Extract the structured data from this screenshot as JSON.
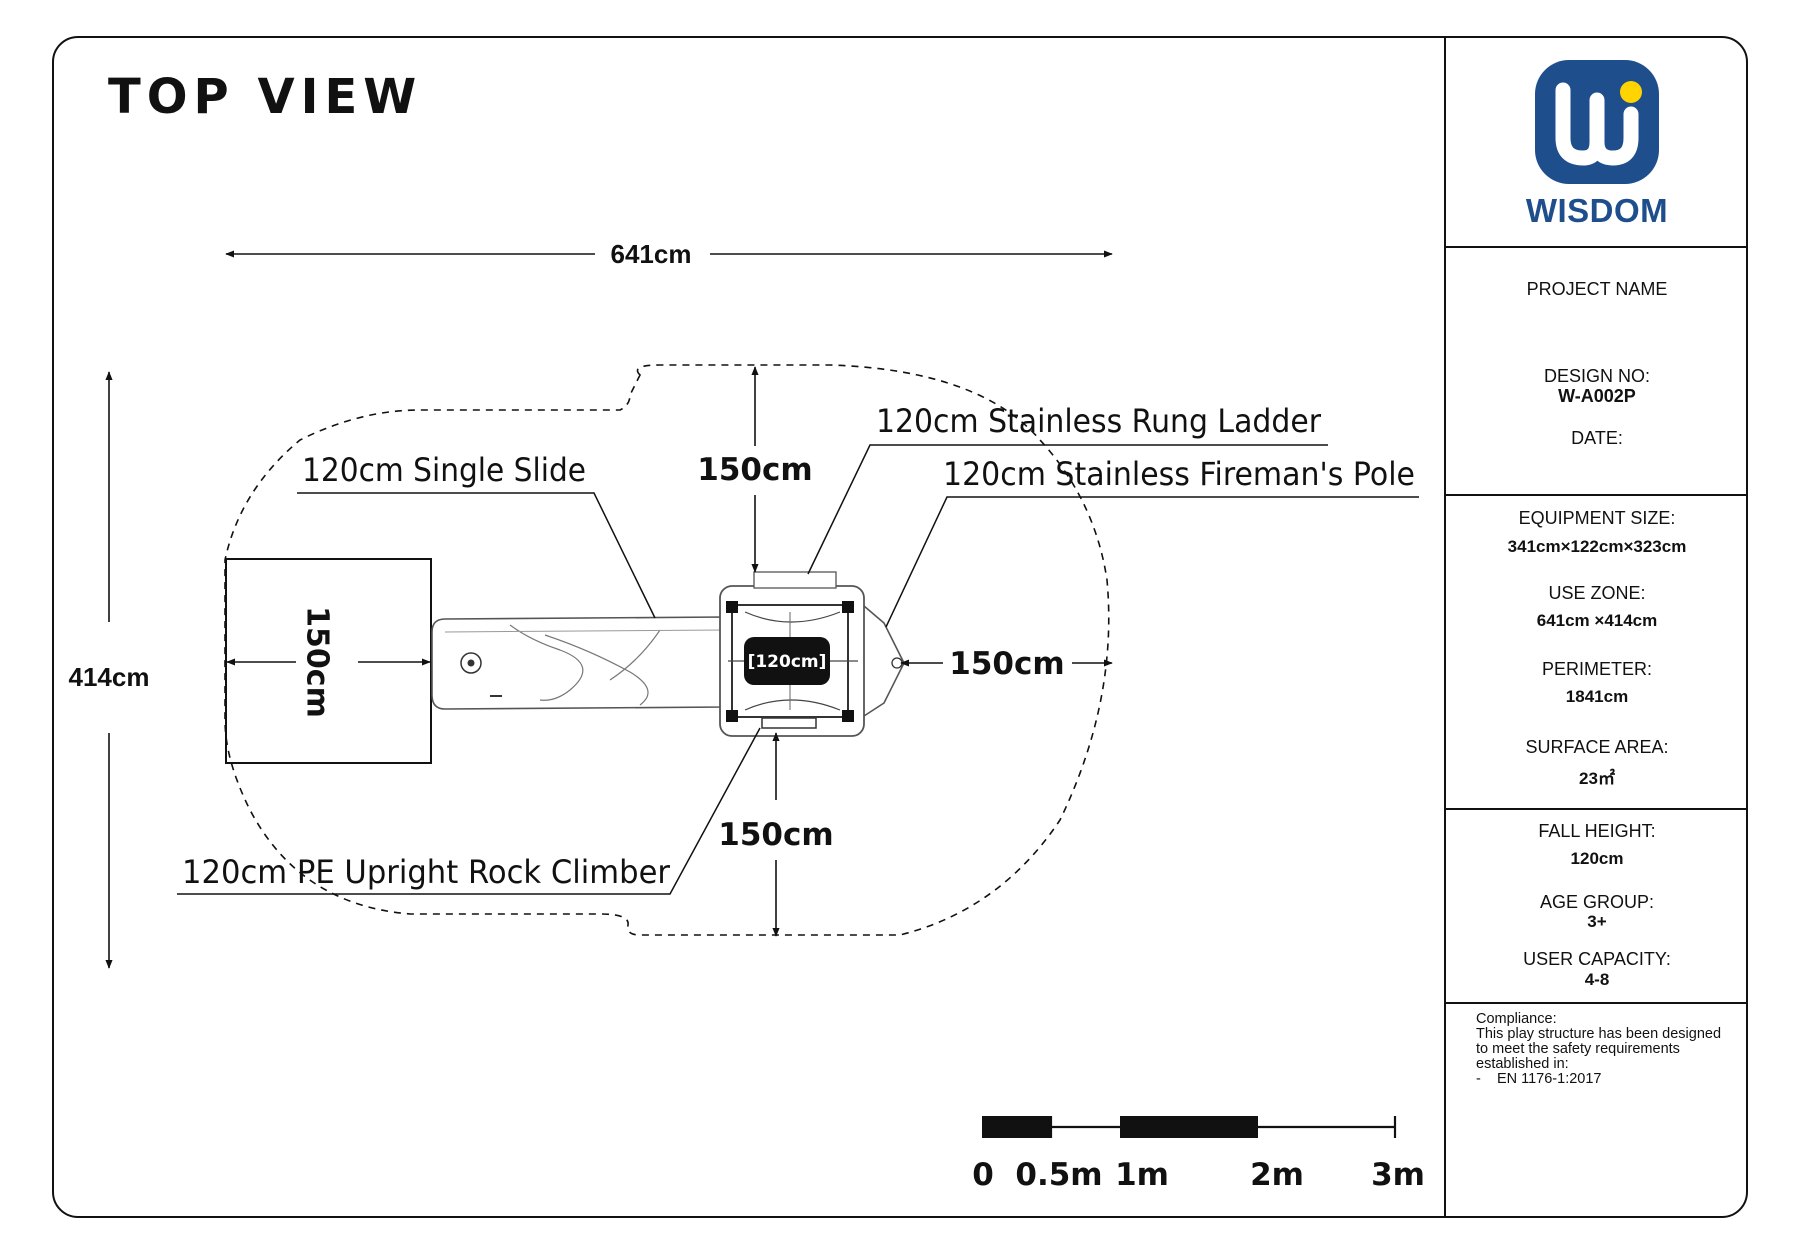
{
  "title": "TOP VIEW",
  "dimensions": {
    "width": "641cm",
    "height": "414cm",
    "clearance_top": "150cm",
    "clearance_right": "150cm",
    "clearance_bottom": "150cm",
    "slide_exit": "150cm",
    "platform": "[120cm]"
  },
  "callouts": {
    "single_slide": "120cm Single Slide",
    "rung_ladder": "120cm Stainless Rung Ladder",
    "firemans_pole": "120cm Stainless Fireman's Pole",
    "rock_climber": "120cm PE Upright Rock Climber"
  },
  "scale_bar": {
    "labels": [
      "0",
      "0.5m",
      "1m",
      "2m",
      "3m"
    ]
  },
  "brand": {
    "name": "WISDOM",
    "primary_color": "#1f4e8c",
    "accent_color": "#ffd400"
  },
  "project": {
    "project_name_label": "PROJECT NAME",
    "design_no_label": "DESIGN NO:",
    "design_no": "W-A002P",
    "date_label": "DATE:"
  },
  "specs": {
    "equipment_size_label": "EQUIPMENT SIZE:",
    "equipment_size": "341cm×122cm×323cm",
    "use_zone_label": "USE ZONE:",
    "use_zone": "641cm ×414cm",
    "perimeter_label": "PERIMETER:",
    "perimeter": "1841cm",
    "surface_area_label": "SURFACE AREA:",
    "surface_area": "23㎡"
  },
  "usage": {
    "fall_height_label": "FALL HEIGHT:",
    "fall_height": "120cm",
    "age_group_label": "AGE GROUP:",
    "age_group": "3+",
    "user_capacity_label": "USER CAPACITY:",
    "user_capacity": "4-8"
  },
  "compliance": {
    "heading": "Compliance:",
    "line1": "This play structure has been designed",
    "line2": "to meet the safety requirements",
    "line3": "established in:",
    "line4": "-    EN 1176-1:2017"
  }
}
